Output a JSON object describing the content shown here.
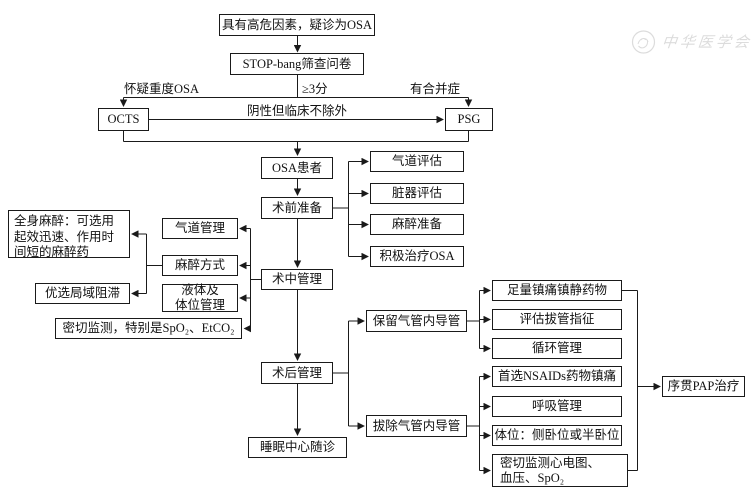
{
  "watermark": {
    "text": "中华医学会"
  },
  "branch_labels": {
    "suspect_severe": "怀疑重度OSA",
    "score": "≥3分",
    "comorbidity": "有合并症",
    "negative": "阴性但临床不除外"
  },
  "nodes": {
    "screening": {
      "high_risk": "具有高危因素，疑诊为OSA",
      "stop_bang": "STOP-bang筛查问卷",
      "octs": "OCTS",
      "psg": "PSG"
    },
    "pathway": {
      "osa_patient": "OSA患者",
      "preop": "术前准备",
      "intraop": "术中管理",
      "postop": "术后管理",
      "sleep_followup": "睡眠中心随诊"
    },
    "preop_items": {
      "airway_assess": "气道评估",
      "organ_assess": "脏器评估",
      "anesth_prep": "麻醉准备",
      "treat_osa": "积极治疗OSA"
    },
    "intraop_items": {
      "airway_mgmt": "气道管理",
      "anesth_method": "麻醉方式",
      "fluid_line1": "液体及",
      "fluid_line2": "体位管理",
      "monitor": "密切监测，特别是SpO₂、EtCO₂",
      "general_anesth": "全身麻醉：可选用起效迅速、作用时间短的麻醉药",
      "regional_block": "优选局域阻滞"
    },
    "postop_items": {
      "keep_tube": "保留气管内导管",
      "remove_tube": "拔除气管内导管",
      "analgesia": "足量镇痛镇静药物",
      "extubation": "评估拔管指征",
      "circulation": "循环管理",
      "nsaids": "首选NSAIDs药物镇痛",
      "respiratory": "呼吸管理",
      "position": "体位：侧卧位或半卧位",
      "ecg_line1": "密切监测心电图、",
      "ecg_line2": "血压、SpO₂",
      "pap": "序贯PAP治疗"
    }
  },
  "colors": {
    "line": "#1a1a1a",
    "text": "#111111",
    "watermark": "#dcdcdc",
    "background": "#ffffff"
  }
}
